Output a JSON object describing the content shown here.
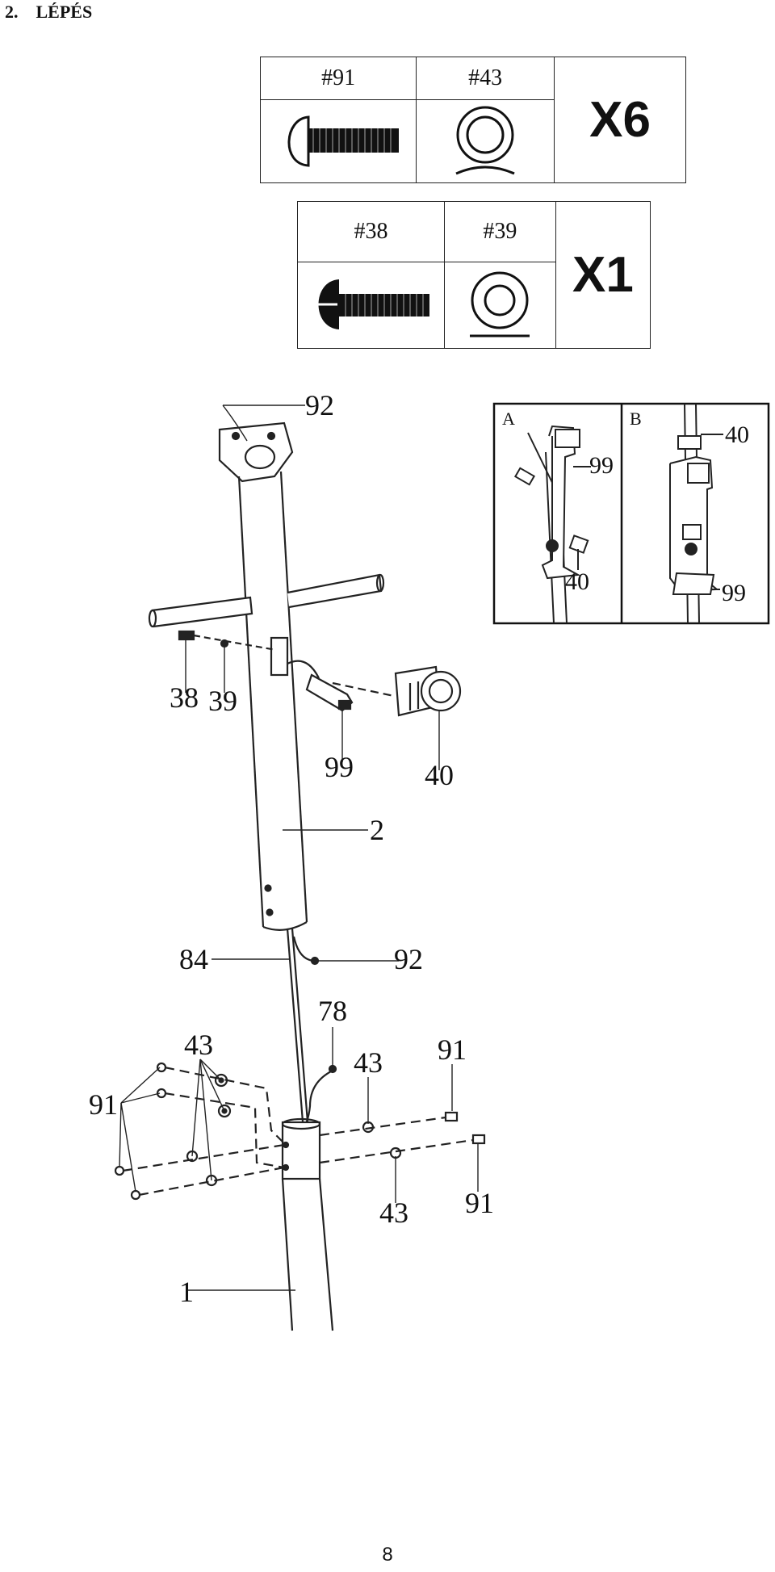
{
  "step": {
    "title": "2.    LÉPÉS"
  },
  "hardware_tables": [
    {
      "parts": [
        {
          "code": "#91",
          "icon": "button-head-bolt-icon"
        },
        {
          "code": "#43",
          "icon": "curved-washer-icon"
        }
      ],
      "quantity": "X6"
    },
    {
      "parts": [
        {
          "code": "#38",
          "icon": "hex-bolt-icon"
        },
        {
          "code": "#39",
          "icon": "flat-washer-icon"
        }
      ],
      "quantity": "X1"
    }
  ],
  "callouts": {
    "c92_top": "92",
    "c38": "38",
    "c39": "39",
    "c99": "99",
    "c40": "40",
    "c2": "2",
    "c84": "84",
    "c92_bottom": "92",
    "c78": "78",
    "c43_left": "43",
    "c91_left": "91",
    "c43_right_top": "43",
    "c91_right_top": "91",
    "c43_right_bottom": "43",
    "c91_right_bottom": "91",
    "c1": "1"
  },
  "inset": {
    "panel_a": {
      "label": "A",
      "callouts": [
        "99",
        "40"
      ]
    },
    "panel_b": {
      "label": "B",
      "callouts": [
        "40",
        "99"
      ]
    }
  },
  "page_number": "8"
}
